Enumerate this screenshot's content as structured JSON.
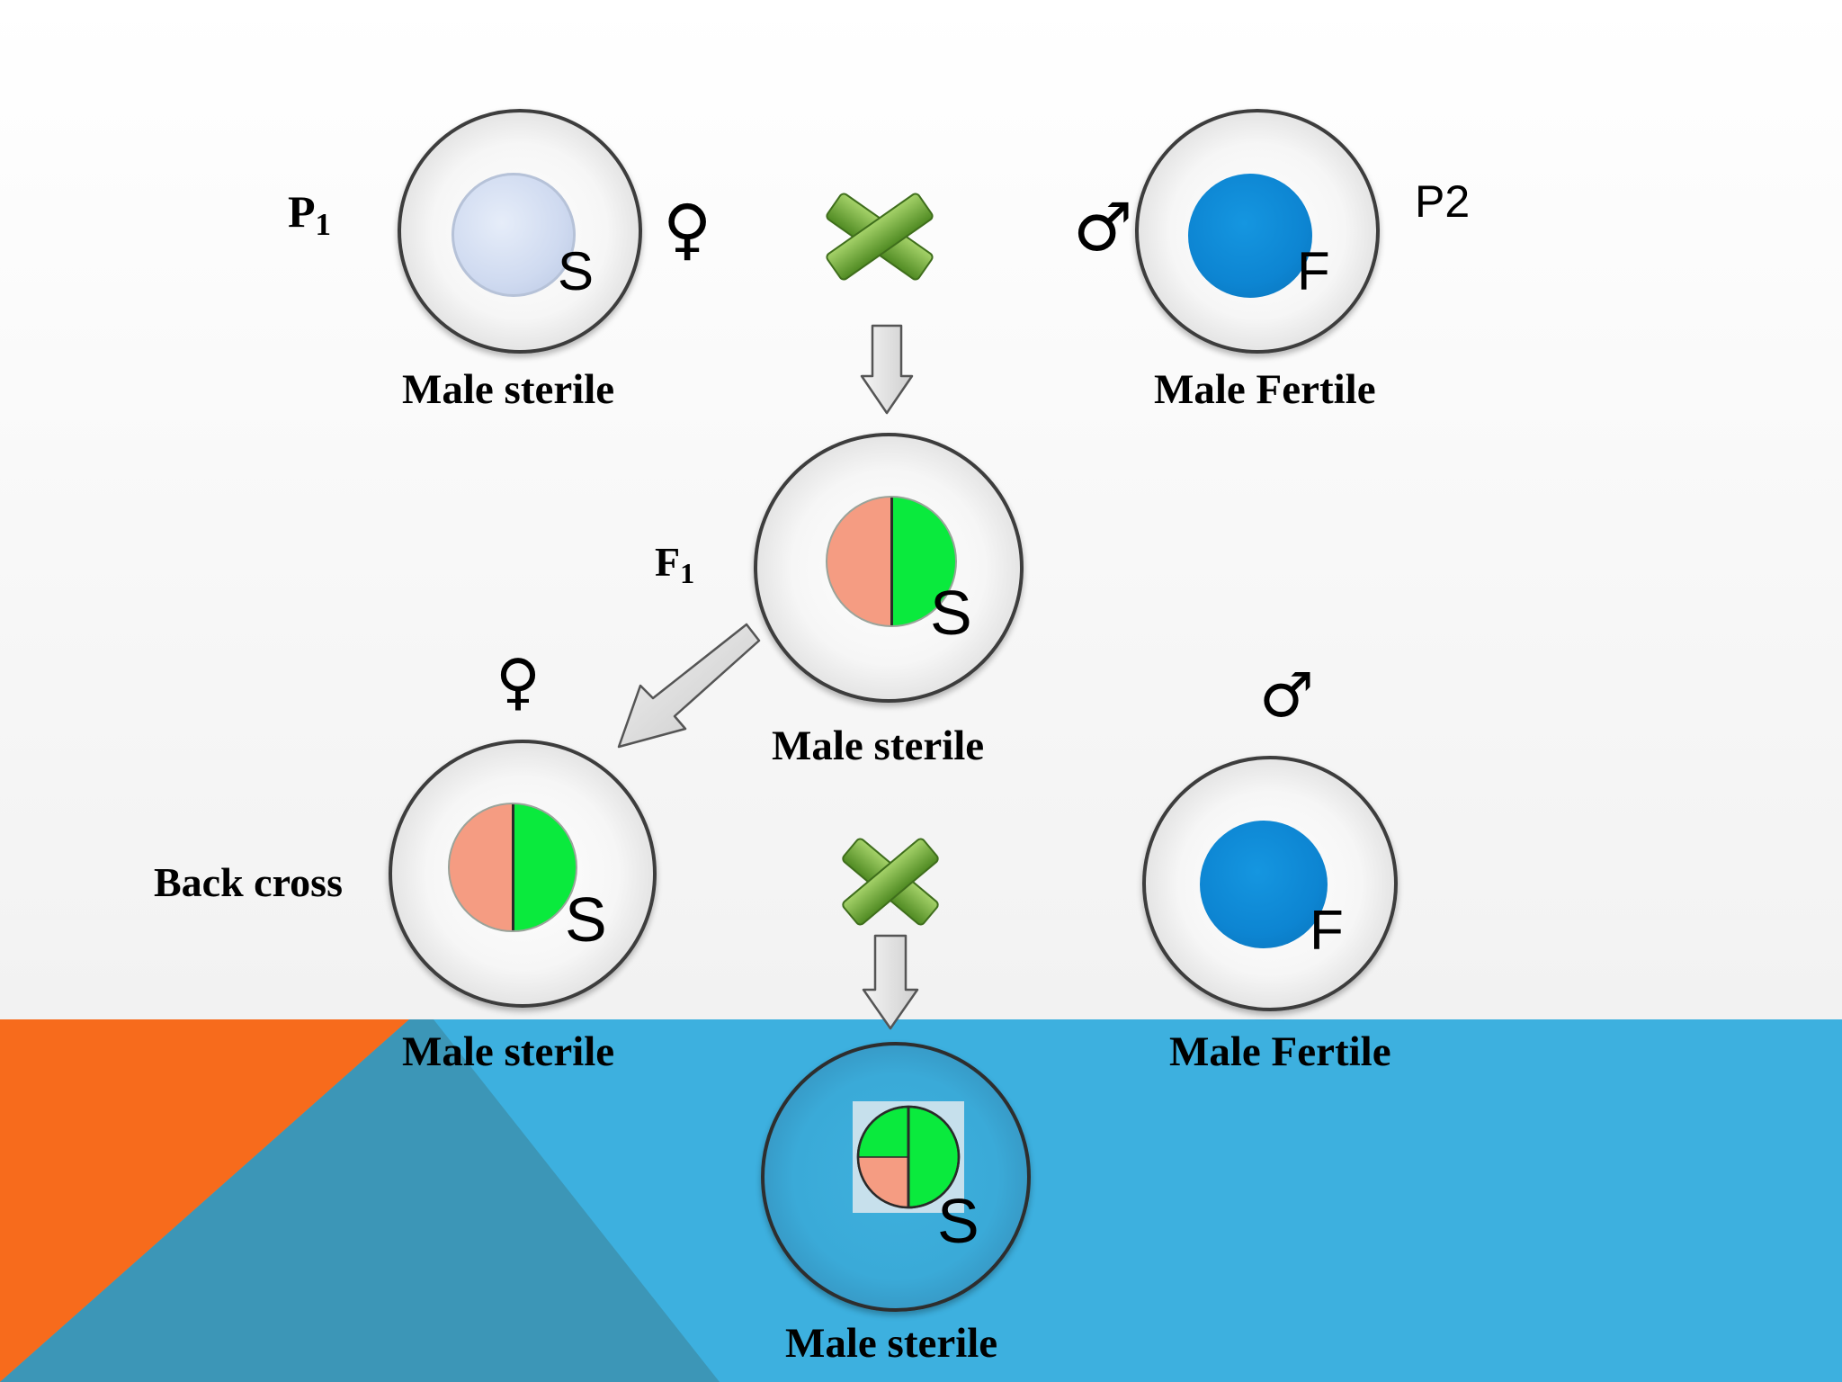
{
  "parents": {
    "p1": {
      "generation_letter": "P",
      "generation_sub": "1",
      "symbol": "♀",
      "gene": "S",
      "caption": "Male sterile"
    },
    "p2": {
      "generation": "P2",
      "symbol": "♂",
      "gene": "F",
      "caption": "Male Fertile"
    }
  },
  "f1": {
    "generation_letter": "F",
    "generation_sub": "1",
    "gene": "S",
    "caption": "Male sterile"
  },
  "backcross": {
    "label": "Back cross",
    "female": {
      "symbol": "♀",
      "gene": "S",
      "caption": "Male sterile"
    },
    "male": {
      "symbol": "♂",
      "gene": "F",
      "caption": "Male Fertile"
    }
  },
  "offspring": {
    "gene": "S",
    "caption": "Male sterile"
  },
  "colors": {
    "cytoplasm_paternal": "#f59c82",
    "cytoplasm_maternal": "#0aea3d",
    "fertile_nucleus": "#0d85d2",
    "sterile_nucleus": "#cfdaf0",
    "cross_mark": "#6fa032",
    "band_blue": "#3db0df",
    "band_orange": "#f76b1c",
    "band_dark_blue": "#3c96b7"
  },
  "icons": [
    "cross-mark-icon",
    "down-arrow-icon",
    "diagonal-arrow-icon",
    "female-symbol-icon",
    "male-symbol-icon"
  ]
}
